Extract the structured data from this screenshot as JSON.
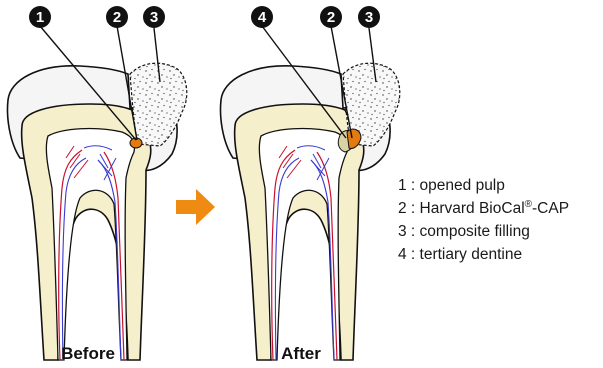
{
  "figure": {
    "captions": {
      "before": "Before",
      "after": "After"
    },
    "badges": {
      "one": "1",
      "two": "2",
      "three": "3",
      "four": "4"
    },
    "legend": [
      {
        "text": "1 : opened pulp"
      },
      {
        "text": "2 : Harvard BioCal",
        "sup": "®",
        "tail": "-CAP"
      },
      {
        "text": "3 : composite filling"
      },
      {
        "text": "4 : tertiary dentine"
      }
    ],
    "colors": {
      "enamel": "#f5f5f5",
      "dentine": "#f6efcb",
      "pulp": "#ffffff",
      "outline": "#111111",
      "artery": "#c8102e",
      "vein": "#3a3ad0",
      "biocal": "#e37a12",
      "tertiary_dentine": "#d9d2a6",
      "arrow": "#ef8a12"
    }
  }
}
